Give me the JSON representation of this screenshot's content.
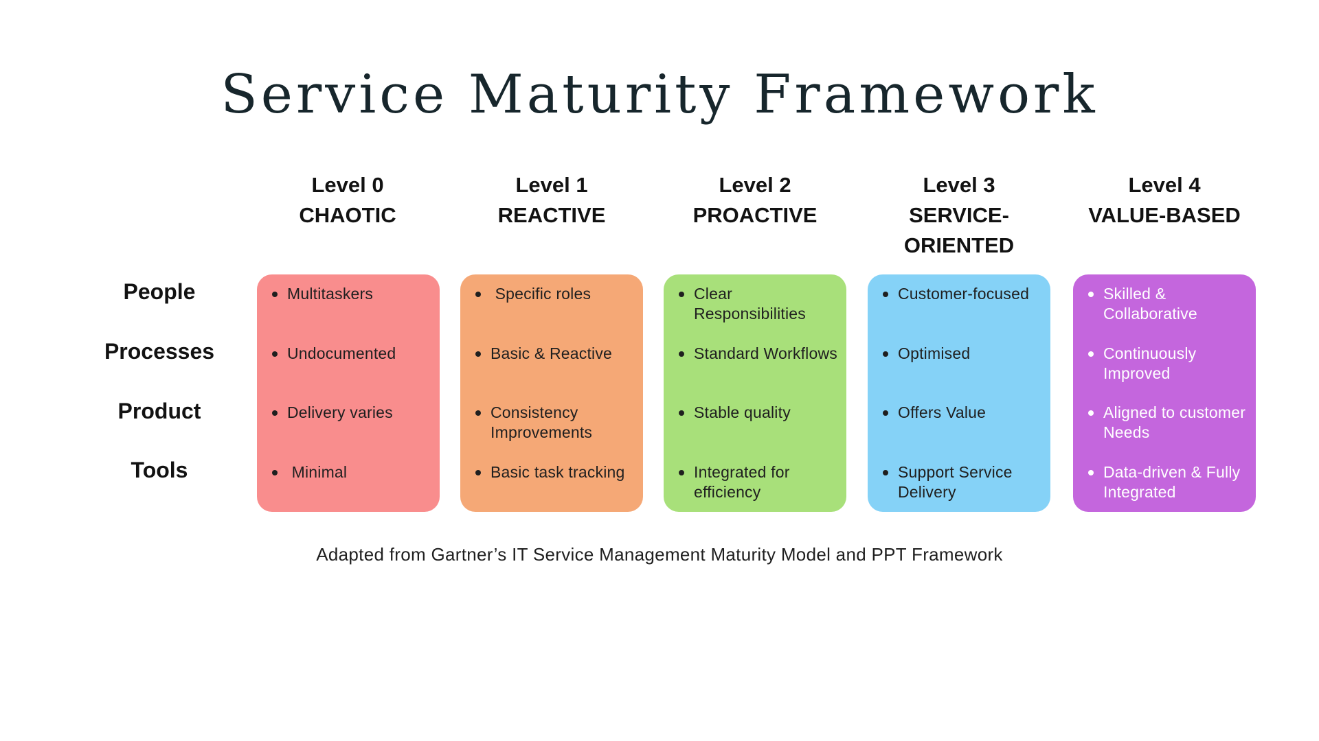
{
  "title": "Service Maturity Framework",
  "rows": [
    "People",
    "Processes",
    "Product",
    "Tools"
  ],
  "columns": [
    {
      "level": "Level 0",
      "name": "CHAOTIC",
      "color": "#F98D8D",
      "text_color": "#1f1f1f",
      "items": [
        "Multitaskers",
        "Undocumented",
        "Delivery varies",
        " Minimal"
      ]
    },
    {
      "level": "Level 1",
      "name": "REACTIVE",
      "color": "#F5A876",
      "text_color": "#1f1f1f",
      "items": [
        " Specific roles",
        "Basic & Reactive",
        "Consistency Improvements",
        "Basic task tracking"
      ]
    },
    {
      "level": "Level 2",
      "name": "PROACTIVE",
      "color": "#A8E07A",
      "text_color": "#1f1f1f",
      "items": [
        "Clear Responsibilities",
        "Standard Workflows",
        "Stable quality",
        "Integrated for efficiency"
      ]
    },
    {
      "level": "Level 3",
      "name": "SERVICE-ORIENTED",
      "color": "#85D2F7",
      "text_color": "#1f1f1f",
      "items": [
        "Customer-focused",
        "Optimised",
        "Offers Value",
        "Support Service Delivery"
      ]
    },
    {
      "level": "Level 4",
      "name": "VALUE-BASED",
      "color": "#C466DD",
      "text_color": "#ffffff",
      "items": [
        "Skilled & Collaborative",
        "Continuously Improved",
        "Aligned to customer Needs",
        "Data-driven & Fully Integrated"
      ]
    }
  ],
  "footer": "Adapted from Gartner’s IT Service Management Maturity Model and PPT Framework",
  "background_color": "#ffffff",
  "title_color": "#17262c"
}
